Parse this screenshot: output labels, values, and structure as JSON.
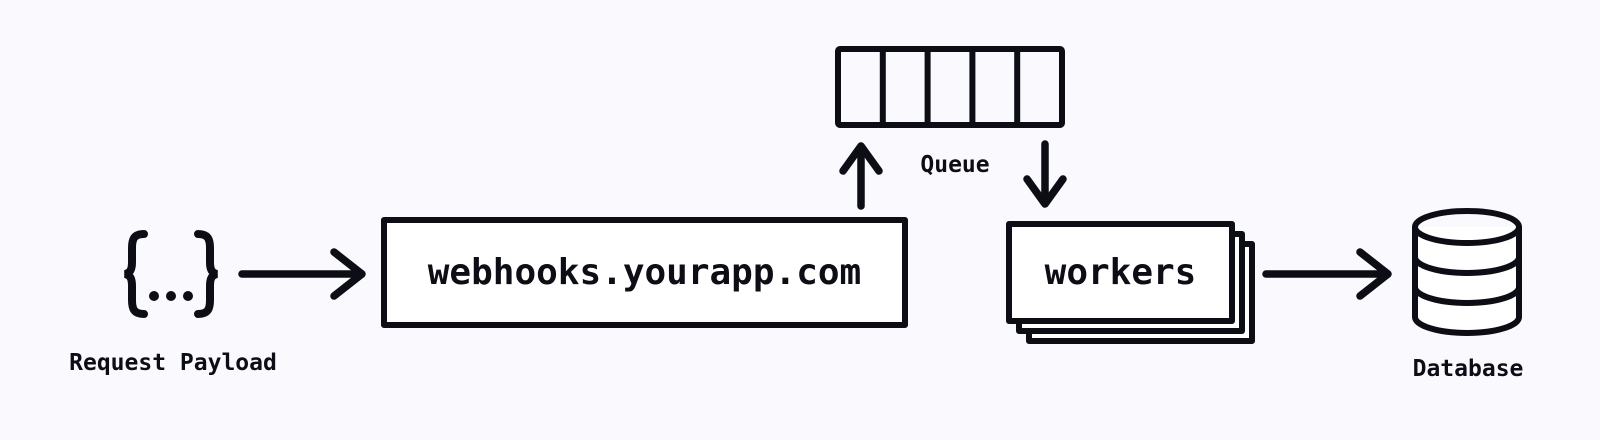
{
  "colors": {
    "background": "#f9f9fe",
    "ink": "#0d0d16",
    "node_fill": "#ffffff"
  },
  "nodes": {
    "payload": {
      "glyph": "{...}",
      "brace_open": "{",
      "ellipsis": "...",
      "brace_close": "}",
      "label": "Request Payload"
    },
    "webhooks": {
      "label": "webhooks.yourapp.com"
    },
    "queue": {
      "label": "Queue",
      "cells": 5
    },
    "workers": {
      "label": "workers",
      "stacked_copies": 3
    },
    "database": {
      "label": "Database"
    }
  },
  "flow": [
    {
      "from": "Request Payload",
      "to": "webhooks.yourapp.com",
      "direction": "right"
    },
    {
      "from": "webhooks.yourapp.com",
      "to": "Queue",
      "direction": "up"
    },
    {
      "from": "Queue",
      "to": "workers",
      "direction": "down"
    },
    {
      "from": "workers",
      "to": "Database",
      "direction": "right"
    }
  ]
}
